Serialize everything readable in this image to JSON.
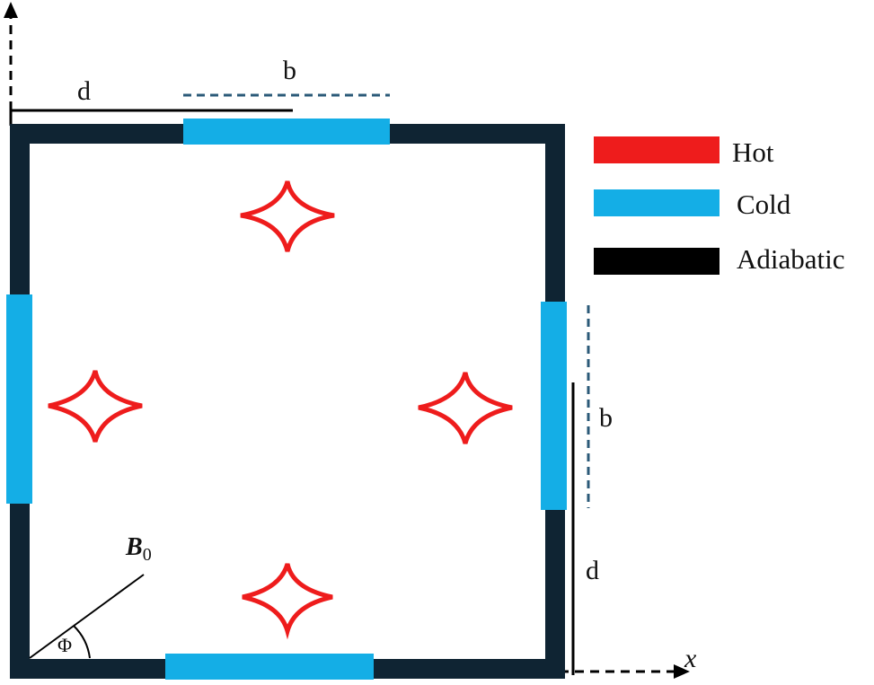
{
  "colors": {
    "wall": "#0f2433",
    "cold": "#14aee6",
    "hot": "#ee1c1c",
    "adiabatic": "#000000",
    "dashed_b": "#2b5a78",
    "axis": "#000000"
  },
  "labels": {
    "d_top": "d",
    "b_top": "b",
    "b_right": "b",
    "d_right": "d",
    "x_axis": "x",
    "field": "B",
    "field_sub": "0",
    "angle": "Φ"
  },
  "legend": {
    "items": [
      {
        "label": "Hot",
        "color": "#ee1c1c"
      },
      {
        "label": "Cold",
        "color": "#14aee6"
      },
      {
        "label": "Adiabatic",
        "color": "#000000"
      }
    ]
  },
  "obstacles": {
    "shape": "concave-star",
    "count": 4
  }
}
